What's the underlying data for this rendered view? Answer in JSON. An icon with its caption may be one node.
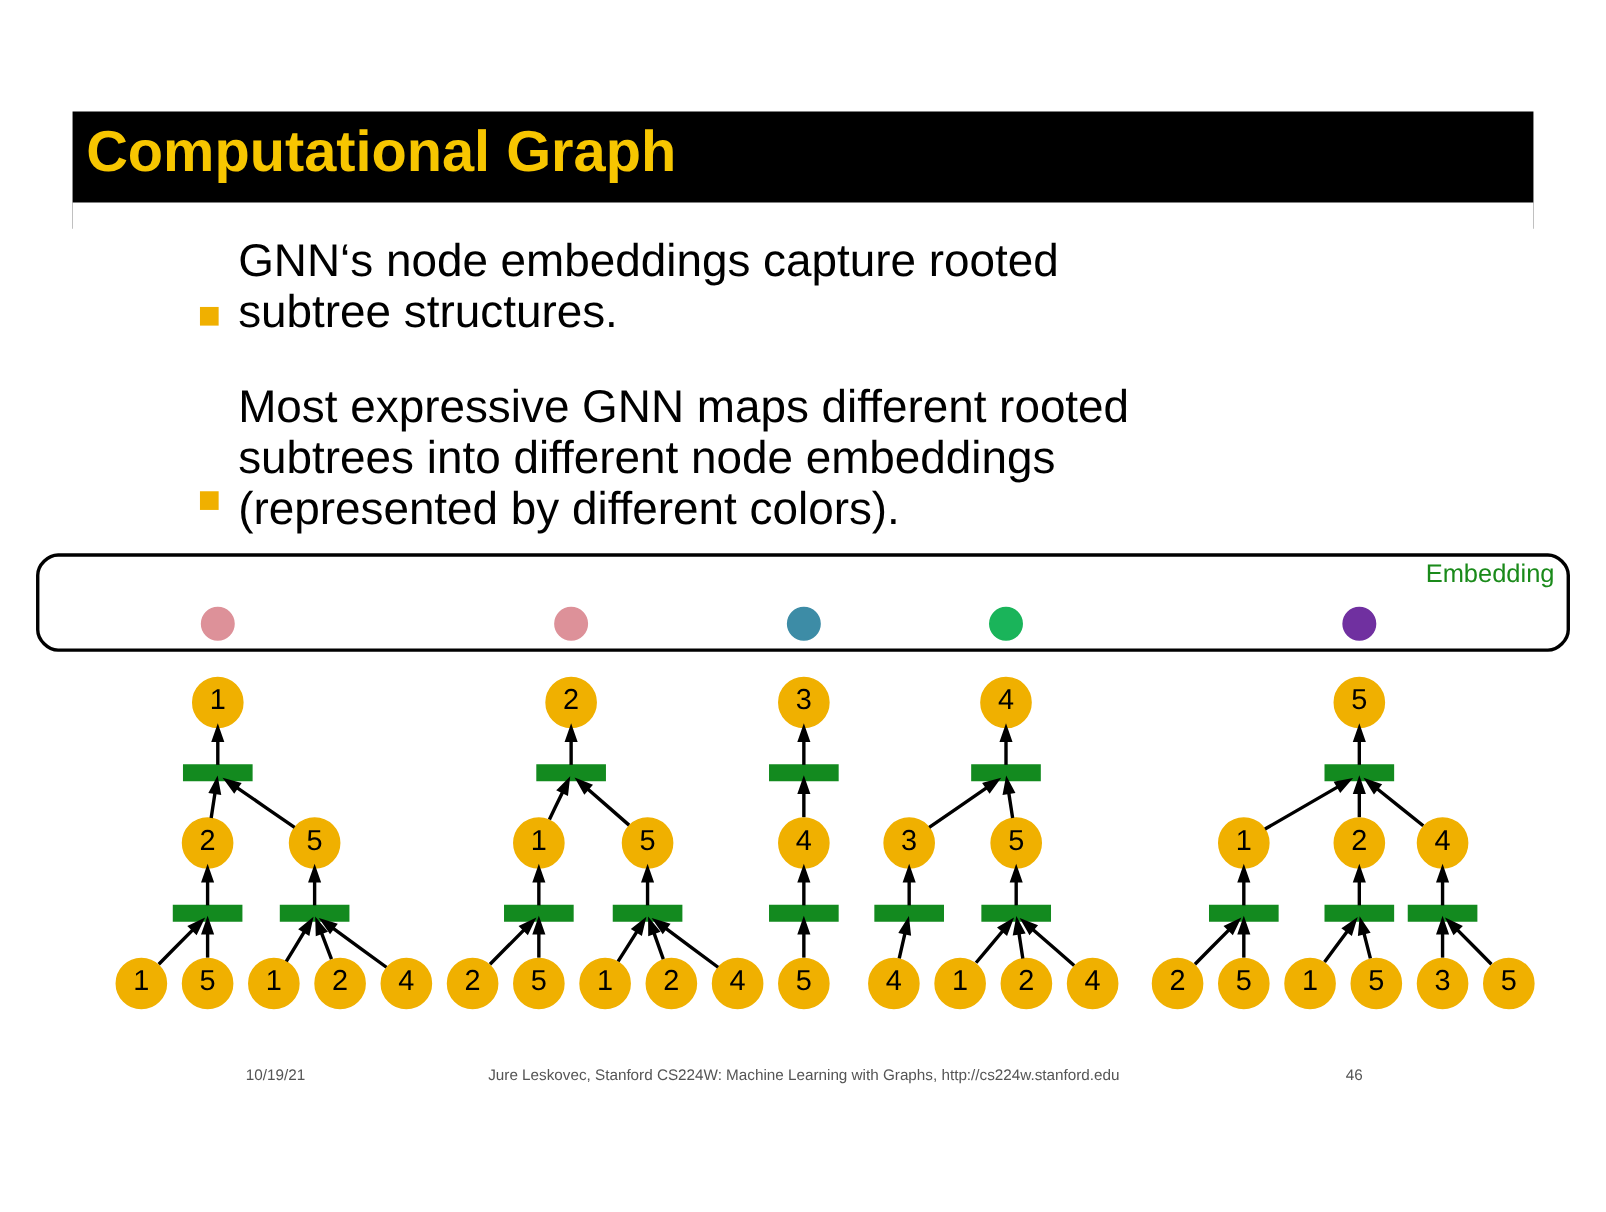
{
  "diagram": {
    "title": "Computational Graph",
    "nodes": [
      {
        "text": [
          "Embedding"
        ]
      },
      {
        "text": [],
        "shape": "circle",
        "in": 0
      },
      {
        "text": [],
        "shape": "circle",
        "in": 0
      },
      {
        "text": [],
        "shape": "circle",
        "in": 0
      },
      {
        "text": [],
        "shape": "circle",
        "in": 0
      },
      {
        "text": [],
        "shape": "circle",
        "in": 0
      },
      {
        "text": [
          "1"
        ]
      },
      {
        "text": [],
        "shape": "bar"
      },
      {
        "text": [
          "2"
        ]
      },
      {
        "text": [
          "5"
        ]
      },
      {
        "text": [],
        "shape": "bar"
      },
      {
        "text": [],
        "shape": "bar"
      },
      {
        "text": [
          "1"
        ]
      },
      {
        "text": [
          "5"
        ]
      },
      {
        "text": [
          "1"
        ]
      },
      {
        "text": [
          "2"
        ]
      },
      {
        "text": [
          "4"
        ]
      },
      {
        "text": [
          "2"
        ]
      },
      {
        "text": [],
        "shape": "bar"
      },
      {
        "text": [
          "1"
        ]
      },
      {
        "text": [
          "5"
        ]
      },
      {
        "text": [],
        "shape": "bar"
      },
      {
        "text": [],
        "shape": "bar"
      },
      {
        "text": [
          "2"
        ]
      },
      {
        "text": [
          "5"
        ]
      },
      {
        "text": [
          "1"
        ]
      },
      {
        "text": [
          "2"
        ]
      },
      {
        "text": [
          "4"
        ]
      },
      {
        "text": [
          "3"
        ]
      },
      {
        "text": [],
        "shape": "bar"
      },
      {
        "text": [
          "4"
        ]
      },
      {
        "text": [],
        "shape": "bar"
      },
      {
        "text": [
          "5"
        ]
      },
      {
        "text": [
          "4"
        ]
      },
      {
        "text": [],
        "shape": "bar"
      },
      {
        "text": [
          "3"
        ]
      },
      {
        "text": [
          "5"
        ]
      },
      {
        "text": [],
        "shape": "bar"
      },
      {
        "text": [],
        "shape": "bar"
      },
      {
        "text": [
          "4"
        ]
      },
      {
        "text": [
          "1"
        ]
      },
      {
        "text": [
          "2"
        ]
      },
      {
        "text": [
          "4"
        ]
      },
      {
        "text": [
          "5"
        ]
      },
      {
        "text": [],
        "shape": "bar"
      },
      {
        "text": [
          "1"
        ]
      },
      {
        "text": [
          "2"
        ]
      },
      {
        "text": [
          "4"
        ]
      },
      {
        "text": [],
        "shape": "bar"
      },
      {
        "text": [],
        "shape": "bar"
      },
      {
        "text": [],
        "shape": "bar"
      },
      {
        "text": [
          "2"
        ]
      },
      {
        "text": [
          "5"
        ]
      },
      {
        "text": [
          "1"
        ]
      },
      {
        "text": [
          "5"
        ]
      },
      {
        "text": [
          "3"
        ]
      },
      {
        "text": [
          "5"
        ]
      }
    ],
    "edges": [
      {
        "from": 7,
        "to": 6,
        "arrow": "to"
      },
      {
        "from": 8,
        "to": 7,
        "arrow": "to"
      },
      {
        "from": 9,
        "to": 7,
        "arrow": "to"
      },
      {
        "from": 10,
        "to": 8,
        "arrow": "to"
      },
      {
        "from": 11,
        "to": 9,
        "arrow": "to"
      },
      {
        "from": 12,
        "to": 10,
        "arrow": "to"
      },
      {
        "from": 13,
        "to": 10,
        "arrow": "to"
      },
      {
        "from": 14,
        "to": 11,
        "arrow": "to"
      },
      {
        "from": 15,
        "to": 11,
        "arrow": "to"
      },
      {
        "from": 16,
        "to": 11,
        "arrow": "to"
      },
      {
        "from": 18,
        "to": 17,
        "arrow": "to"
      },
      {
        "from": 19,
        "to": 18,
        "arrow": "to"
      },
      {
        "from": 20,
        "to": 18,
        "arrow": "to"
      },
      {
        "from": 21,
        "to": 19,
        "arrow": "to"
      },
      {
        "from": 22,
        "to": 20,
        "arrow": "to"
      },
      {
        "from": 23,
        "to": 21,
        "arrow": "to"
      },
      {
        "from": 24,
        "to": 21,
        "arrow": "to"
      },
      {
        "from": 25,
        "to": 22,
        "arrow": "to"
      },
      {
        "from": 26,
        "to": 22,
        "arrow": "to"
      },
      {
        "from": 27,
        "to": 22,
        "arrow": "to"
      },
      {
        "from": 29,
        "to": 28,
        "arrow": "to"
      },
      {
        "from": 30,
        "to": 29,
        "arrow": "to"
      },
      {
        "from": 31,
        "to": 30,
        "arrow": "to"
      },
      {
        "from": 32,
        "to": 31,
        "arrow": "to"
      },
      {
        "from": 34,
        "to": 33,
        "arrow": "to"
      },
      {
        "from": 35,
        "to": 34,
        "arrow": "to"
      },
      {
        "from": 36,
        "to": 34,
        "arrow": "to"
      },
      {
        "from": 37,
        "to": 35,
        "arrow": "to"
      },
      {
        "from": 38,
        "to": 36,
        "arrow": "to"
      },
      {
        "from": 39,
        "to": 37,
        "arrow": "to"
      },
      {
        "from": 40,
        "to": 38,
        "arrow": "to"
      },
      {
        "from": 41,
        "to": 38,
        "arrow": "to"
      },
      {
        "from": 42,
        "to": 38,
        "arrow": "to"
      },
      {
        "from": 44,
        "to": 43,
        "arrow": "to"
      },
      {
        "from": 45,
        "to": 44,
        "arrow": "to"
      },
      {
        "from": 46,
        "to": 44,
        "arrow": "to"
      },
      {
        "from": 47,
        "to": 44,
        "arrow": "to"
      },
      {
        "from": 48,
        "to": 45,
        "arrow": "to"
      },
      {
        "from": 49,
        "to": 46,
        "arrow": "to"
      },
      {
        "from": 50,
        "to": 47,
        "arrow": "to"
      },
      {
        "from": 51,
        "to": 48,
        "arrow": "to"
      },
      {
        "from": 52,
        "to": 48,
        "arrow": "to"
      },
      {
        "from": 53,
        "to": 49,
        "arrow": "to"
      },
      {
        "from": 54,
        "to": 49,
        "arrow": "to"
      },
      {
        "from": 55,
        "to": 50,
        "arrow": "to"
      },
      {
        "from": 56,
        "to": 50,
        "arrow": "to"
      }
    ],
    "labels": [
      "GNN‘s node embeddings capture rooted subtree structures.",
      "Most expressive GNN maps different rooted subtrees into different node embeddings (represented by different colors).",
      "10/19/21",
      "Jure Leskovec, Stanford CS224W: Machine Learning with Graphs, http://cs224w.stanford.edu",
      "46"
    ]
  }
}
